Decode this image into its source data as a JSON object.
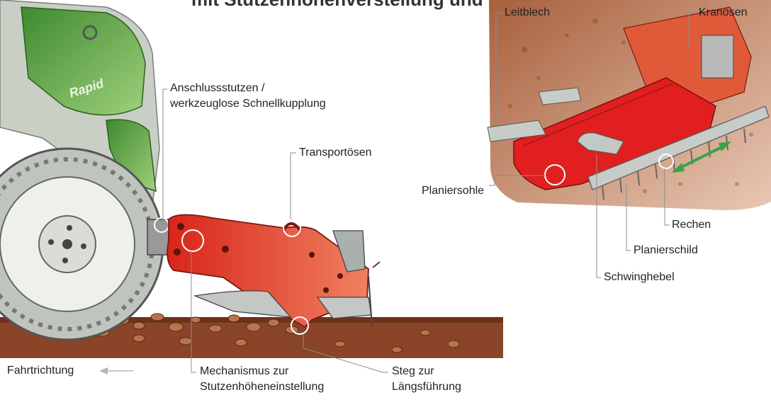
{
  "header_partial": "mit Stutzenhöhenverstellung und Planiersohle",
  "logo_text": "Rapid",
  "colors": {
    "machine_red": "#e63024",
    "soil_brown": "#8a4a2a",
    "tractor_green": "#6bb048",
    "arrow_green": "#3aa24a",
    "leader_line": "#888888"
  },
  "labels": {
    "anschluss_line1": "Anschlussstutzen /",
    "anschluss_line2": "werkzeuglose Schnellkupplung",
    "transportoesen": "Transportösen",
    "mechanismus_line1": "Mechanismus zur",
    "mechanismus_line2": "Stutzenhöheneinstellung",
    "steg_line1": "Steg zur",
    "steg_line2": "Längsführung",
    "fahrtrichtung": "Fahrtrichtung",
    "leitblech": "Leitblech",
    "kranoesen": "Kranösen",
    "planiersohle": "Planiersohle",
    "rechen": "Rechen",
    "planierschild": "Planierschild",
    "schwinghebel": "Schwinghebel"
  }
}
